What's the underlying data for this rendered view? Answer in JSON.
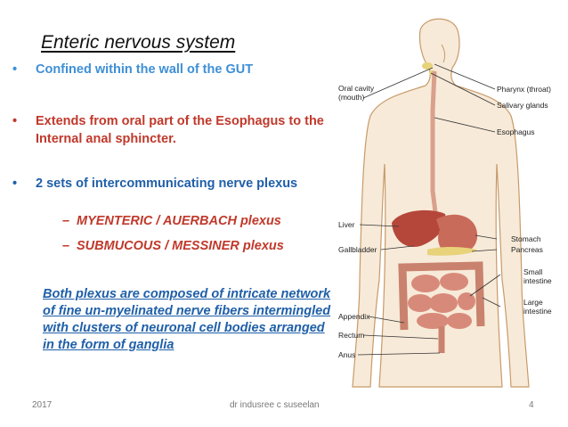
{
  "slide": {
    "title": "Enteric nervous system",
    "bullets": [
      {
        "dot": "•",
        "text": "Confined within the wall of the GUT",
        "color": "#3e8fd6"
      },
      {
        "dot": "•",
        "text": "Extends from oral part of the Esophagus to the Internal anal sphincter.",
        "color": "#c0392b"
      },
      {
        "dot": "•",
        "text": "2 sets of intercommunicating nerve plexus",
        "color": "#1f5fa8"
      }
    ],
    "sub_bullets": [
      {
        "dash": "–",
        "text": "MYENTERIC / AUERBACH plexus"
      },
      {
        "dash": "–",
        "text": "SUBMUCOUS / MESSINER plexus"
      }
    ],
    "note": "Both plexus are composed of intricate network of fine un-myelinated nerve fibers intermingled with clusters of neuronal cell bodies arranged in the form of ganglia",
    "footer": {
      "left": "2017",
      "center": "dr indusree c suseelan",
      "right": "4"
    }
  },
  "diagram": {
    "labels": {
      "oral_cavity_1": "Oral cavity",
      "oral_cavity_2": "(mouth)",
      "pharynx": "Pharynx (throat)",
      "salivary": "Salivary glands",
      "esophagus": "Esophagus",
      "liver": "Liver",
      "gallbladder": "Gallbladder",
      "stomach": "Stomach",
      "pancreas": "Pancreas",
      "small_1": "Small",
      "small_2": "intestine",
      "large_1": "Large",
      "large_2": "intestine",
      "appendix": "Appendix",
      "rectum": "Rectum",
      "anus": "Anus"
    },
    "colors": {
      "body_outline": "#c89a6a",
      "skin": "#f7ead8",
      "liver": "#b5473a",
      "stomach": "#c96b5a",
      "intestine": "#d88a7a",
      "colon": "#c9826e",
      "esophagus": "#d9a08c",
      "gland": "#e8d27a"
    }
  }
}
